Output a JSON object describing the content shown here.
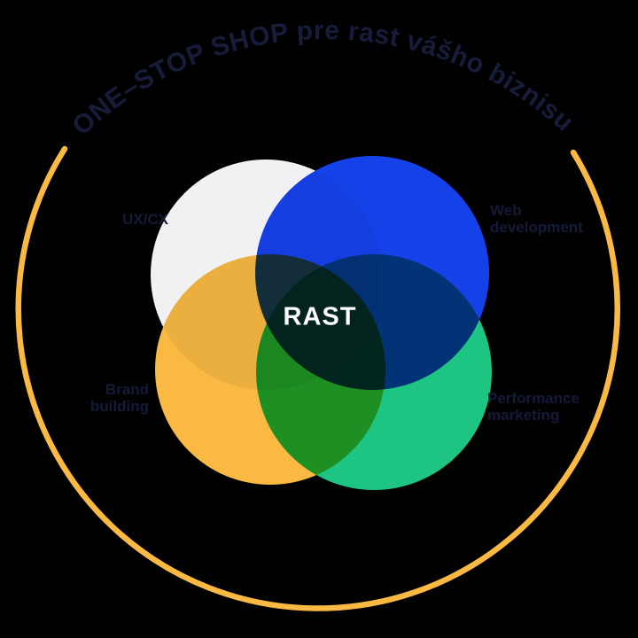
{
  "title": {
    "text": "ONE–STOP SHOP pre rast vášho biznisu",
    "color": "#161c3a"
  },
  "ring": {
    "color": "#f9b942"
  },
  "background_color": "#000000",
  "labels_color": "#141a38",
  "venn": {
    "center_label": "RAST",
    "center_label_color": "#ffffff",
    "circles": [
      {
        "id": "ux-cx",
        "label": "UX/CX",
        "color": "#f1f1f4"
      },
      {
        "id": "web-development",
        "label": "Web\ndevelopment",
        "color": "#1541e9"
      },
      {
        "id": "brand-building",
        "label": "Brand\nbuilding",
        "color": "#f9b942"
      },
      {
        "id": "performance-marketing",
        "label": "Performance\nmarketing",
        "color": "#1ec582"
      }
    ]
  }
}
